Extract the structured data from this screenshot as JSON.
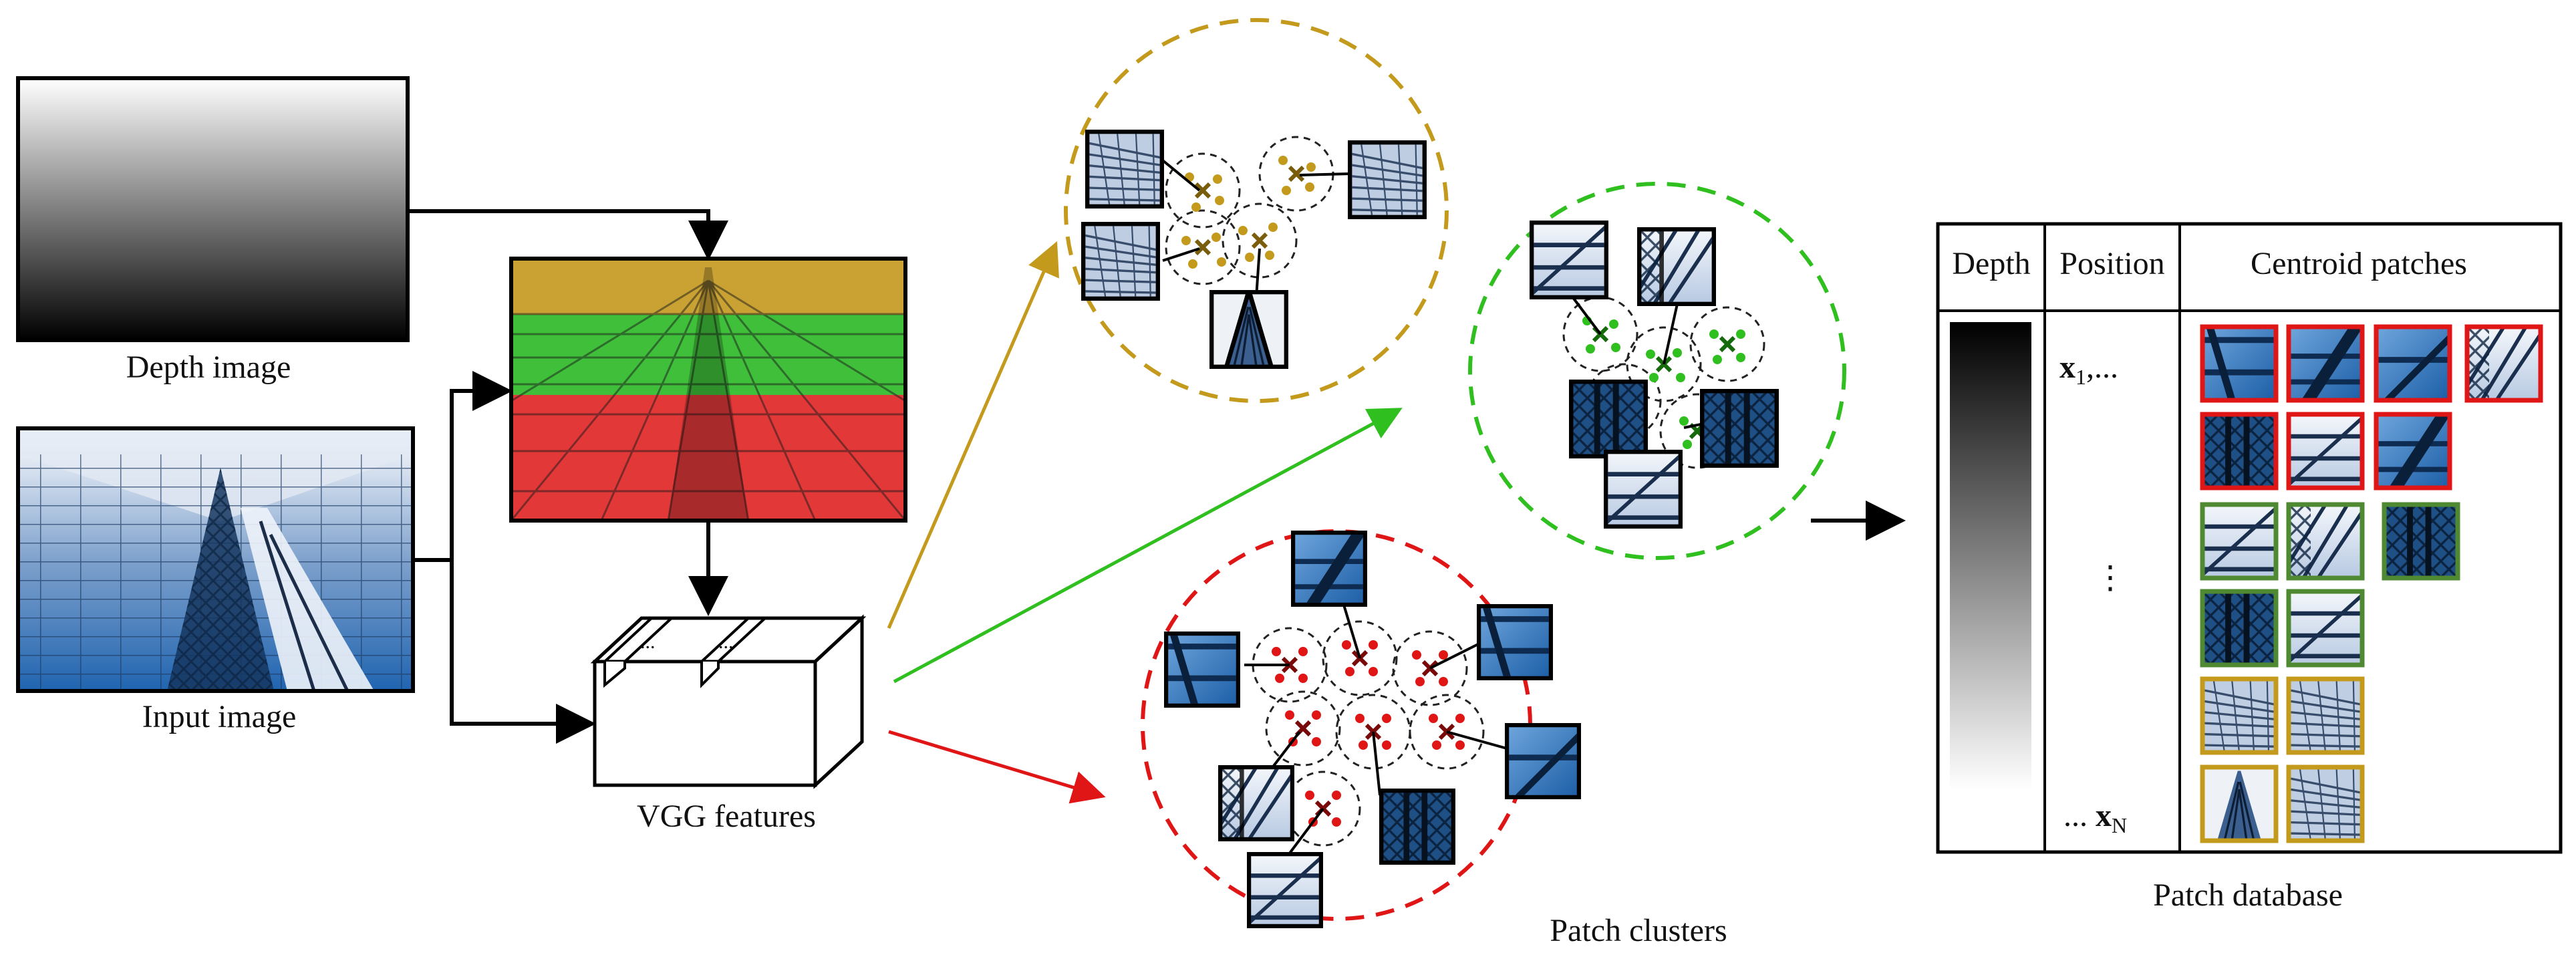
{
  "labels": {
    "depth_image": "Depth image",
    "input_image": "Input image",
    "vgg_features": "VGG features",
    "patch_clusters": "Patch clusters",
    "patch_database": "Patch database",
    "ellipsis": "..."
  },
  "table": {
    "headers": [
      "Depth",
      "Position",
      "Centroid patches"
    ],
    "position_first": "x",
    "position_first_sub": "1",
    "position_first_suffix": ",...",
    "position_vdots": "⋮",
    "position_last_prefix": "... ",
    "position_last": "x",
    "position_last_sub": "N"
  },
  "colors": {
    "yellow": "#c49a1c",
    "green": "#2fbf1f",
    "red": "#e01515",
    "band_yellow": "#c9a233",
    "band_green": "#3fbf3a",
    "band_red": "#e23838",
    "patch_blue": "#2f78c2",
    "patch_dark": "#0f2a4a",
    "patch_light": "#c8d6ea",
    "border_red": "#e01515",
    "border_green": "#4f8a33",
    "border_yellow": "#c49a1c"
  }
}
